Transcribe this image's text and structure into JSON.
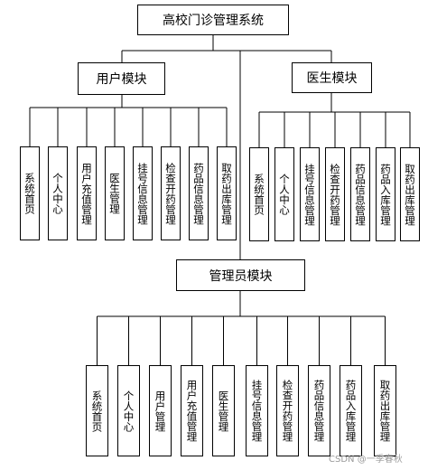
{
  "root": {
    "label": "高校门诊管理系统"
  },
  "user_module": {
    "label": "用户模块",
    "children": [
      "系统首页",
      "个人中心",
      "用户充值管理",
      "医生管理",
      "挂号信息管理",
      "检查开药管理",
      "药品信息管理",
      "取药出库管理"
    ]
  },
  "doctor_module": {
    "label": "医生模块",
    "children": [
      "系统首页",
      "个人中心",
      "挂号信息管理",
      "检查开药管理",
      "药品信息管理",
      "药品入库管理",
      "取药出库管理"
    ]
  },
  "admin_module": {
    "label": "管理员模块",
    "children": [
      "系统首页",
      "个人中心",
      "用户管理",
      "用户充值管理",
      "医生管理",
      "挂号信息管理",
      "检查开药管理",
      "药品信息管理",
      "药品入库管理",
      "取药出库管理"
    ]
  },
  "watermark": "CSDN @一季春秋"
}
